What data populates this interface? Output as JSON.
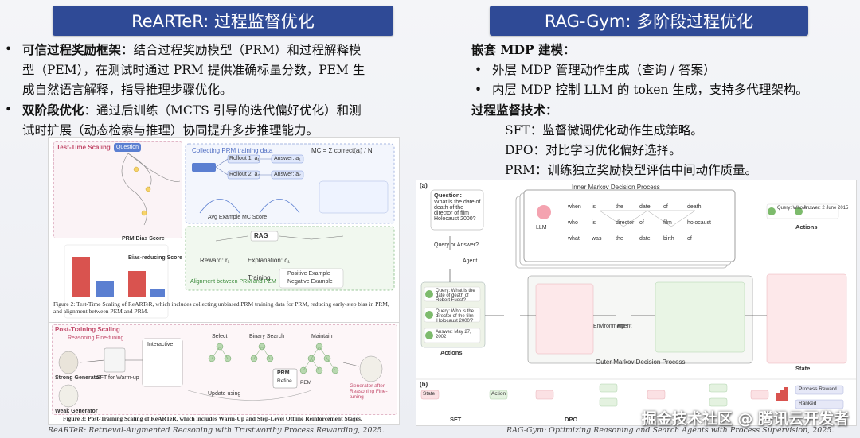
{
  "left": {
    "header": "ReARTeR: 过程监督优化",
    "b1_head": "可信过程奖励框架",
    "b1_l1": "：结合过程奖励模型（PRM）和过程解释模",
    "b1_l2": "型（PEM），在测试时通过 PRM 提供准确标量分数，PEM 生",
    "b1_l3": "成自然语言解释，指导推理步骤优化。",
    "b2_head": "双阶段优化",
    "b2_l1": "：通过后训练（MCTS 引导的迭代偏好优化）和测",
    "b2_l2": "试时扩展（动态检索与推理）协同提升多步推理能力。",
    "fig": {
      "tts_title": "Test-Time Scaling",
      "question": "Question",
      "bias_title": "PRM Bias Score",
      "bias_red_title": "Bias-reducing Score",
      "rag": "RAG",
      "reward_r1": "Reward: r₁",
      "explanation": "Explanation: c₁",
      "training": "Training",
      "collect_prm": "Collecting PRM training data",
      "mc_formula": "MC = Σ correct(aᵢ) / N",
      "rollout1": "Rollout 1: a₁",
      "rollout2": "Rollout 2: a₂",
      "answer1": "Answer: a₁",
      "answer2": "Answer: a₂",
      "avg_mc": "Avg Example MC Score",
      "alignment": "Alignment between PRM and PEM",
      "positive": "Positive Example",
      "negative": "Negative Example",
      "fig2_caption": "Figure 2: Test-Time Scaling of ReARTeR, which includes collecting unbiased PRM training data for PRM, reducing early-step bias in PRM, and alignment between PEM and PRM.",
      "pts_title": "Post-Training Scaling",
      "reason_ft": "Reasoning Fine-tuning",
      "strong_gen": "Strong Generator",
      "weak_gen": "Weak Generator",
      "sft_warmup": "SFT for Warm-up",
      "interactive": "Interactive",
      "select": "Select",
      "binary_search": "Binary Search",
      "maintain": "Maintain",
      "prm": "PRM",
      "refine": "Refine",
      "pem": "PEM",
      "gen_after": "Generator after Reasoning Fine-tuning",
      "update": "Update using",
      "fig3_caption": "Figure 3: Post-Training Scaling of ReARTeR, which includes Warm-Up and Step-Level Offline Reinforcement Stages."
    },
    "citation": "ReARTeR: Retrieval-Augmented Reasoning with Trustworthy Process Rewarding, 2025."
  },
  "right": {
    "header": "RAG-Gym: 多阶段过程优化",
    "nest_head": "嵌套 MDP 建模",
    "nest_colon": "：",
    "n1": "外层 MDP 管理动作生成（查询 / 答案）",
    "n2": "内层 MDP 控制 LLM 的 token 生成，支持多代理架构。",
    "sup_head": "过程监督技术：",
    "s1": "SFT：监督微调优化动作生成策略。",
    "s2": "DPO：对比学习优化偏好选择。",
    "s3": "PRM：训练独立奖励模型评估中间动作质量。",
    "fig": {
      "a": "(a)",
      "b": "(b)",
      "inner": "Inner Markov Decision Process",
      "outer": "Outer Markov Decision Process",
      "question_label": "Question:",
      "question_text": "What is the date of death of the director of film Holocaust 2000?",
      "query_or_answer": "Query or Answer?",
      "agent": "Agent",
      "llm": "LLM",
      "actions": "Actions",
      "state": "State",
      "environment": "Environment",
      "q1": "Query: What is the date of death of Robert Fuest?",
      "q2": "Query: Who is the director of the film 'Holocaust 2000'?",
      "a3": "Answer: May 27, 2002",
      "top_query": "Query: Who is ...",
      "top_answer": "Answer: 2 June 2015",
      "sft": "SFT",
      "dpo": "DPO",
      "action": "Action",
      "process_reward": "Process Reward",
      "ranked": "Ranked",
      "tokens": [
        [
          "when",
          "is",
          "the",
          "date",
          "of",
          "death"
        ],
        [
          "who",
          "is",
          "director",
          "of",
          "film",
          "holocaust"
        ],
        [
          "what",
          "was",
          "the",
          "date",
          "birth",
          "of"
        ]
      ]
    },
    "citation": "RAG-Gym: Optimizing Reasoning and Search Agents with Process Supervision, 2025."
  },
  "watermark": "掘金技术社区 @ 腾讯云开发者"
}
